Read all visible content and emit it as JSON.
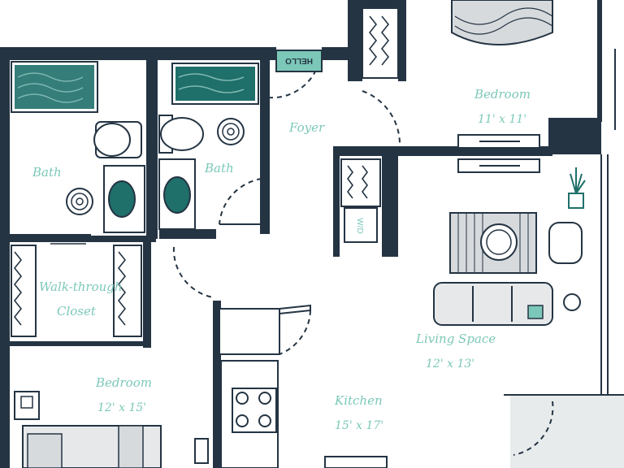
{
  "rooms": {
    "bath_left": {
      "name": "Bath"
    },
    "bath_right": {
      "name": "Bath"
    },
    "foyer": {
      "name": "Foyer"
    },
    "bedroom_top": {
      "name": "Bedroom",
      "dimensions": "11' x 11'"
    },
    "walk_through_closet": {
      "name_line1": "Walk-through",
      "name_line2": "Closet"
    },
    "bedroom_bottom": {
      "name": "Bedroom",
      "dimensions": "12' x 15'"
    },
    "kitchen": {
      "name": "Kitchen",
      "dimensions": "15' x 17'"
    },
    "living_space": {
      "name": "Living Space",
      "dimensions": "12' x 13'"
    }
  },
  "doormat": {
    "text": "HELLO"
  },
  "appliances": {
    "washer_dryer_label": "W/D"
  },
  "colors": {
    "wall": "#243443",
    "label": "#7cc8b8",
    "accent": "#1f6f6a",
    "floor_grey": "#e6e8ea",
    "balcony": "#e8ebec"
  }
}
